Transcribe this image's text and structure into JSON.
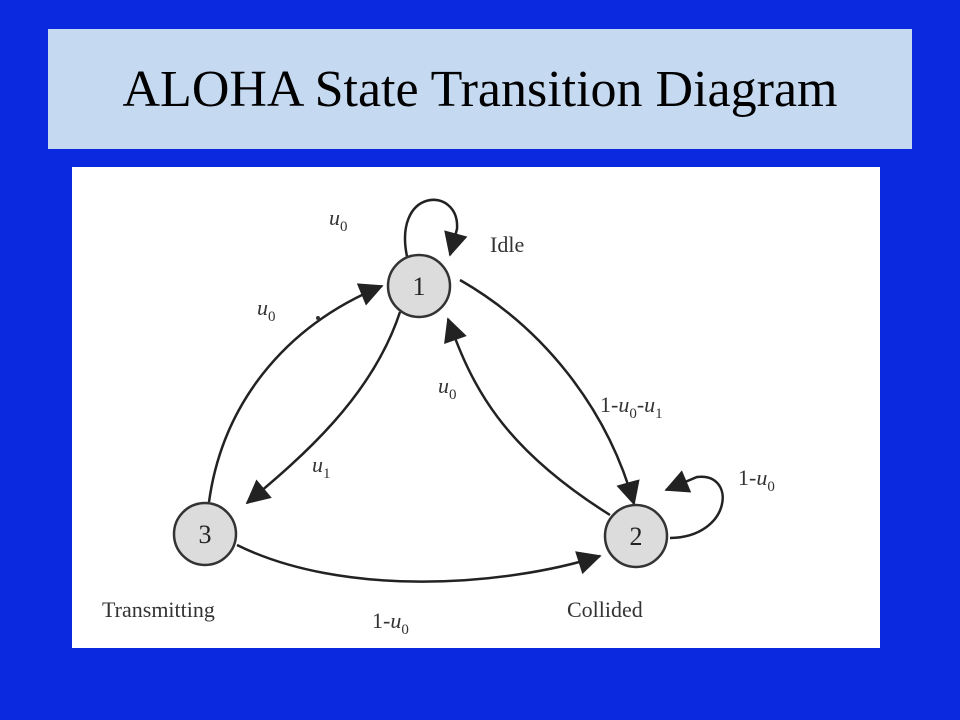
{
  "colors": {
    "background": "#0b2ae0",
    "title_bar": "#c5d9f1",
    "panel": "#ffffff",
    "node_fill": "#dcdcdc",
    "ink": "#222222"
  },
  "title": "ALOHA State Transition Diagram",
  "diagram": {
    "nodes": [
      {
        "id": "1",
        "label": "1",
        "state_name": "Idle"
      },
      {
        "id": "2",
        "label": "2",
        "state_name": "Collided"
      },
      {
        "id": "3",
        "label": "3",
        "state_name": "Transmitting"
      }
    ],
    "edges": [
      {
        "from": "1",
        "to": "1",
        "base": "u",
        "sub": "0",
        "text": "u0"
      },
      {
        "from": "3",
        "to": "1",
        "base": "u",
        "sub": "0",
        "text": "u0"
      },
      {
        "from": "1",
        "to": "3",
        "base": "u",
        "sub": "1",
        "text": "u1"
      },
      {
        "from": "2",
        "to": "1",
        "base": "u",
        "sub": "0",
        "text": "u0"
      },
      {
        "from": "1",
        "to": "2",
        "prefix": "1-",
        "base": "u",
        "sub": "0",
        "mid": "-",
        "base2": "u",
        "sub2": "1",
        "text": "1-u0-u1"
      },
      {
        "from": "2",
        "to": "2",
        "prefix": "1-",
        "base": "u",
        "sub": "0",
        "text": "1-u0"
      },
      {
        "from": "3",
        "to": "2",
        "prefix": "1-",
        "base": "u",
        "sub": "0",
        "text": "1-u0"
      }
    ]
  }
}
